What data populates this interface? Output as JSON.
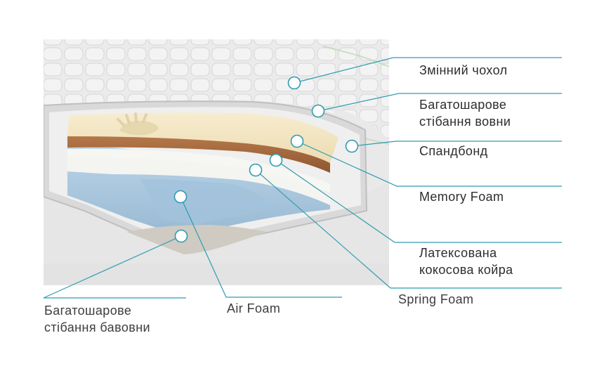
{
  "colors": {
    "accent": "#2e9cb0",
    "label_text": "#2d2d2d",
    "photo_bg": "#e7e7e7",
    "memory_foam": "#f3e6c4",
    "coir": "#a7683c",
    "spring_foam": "#f4f4f2",
    "air_foam": "#a9c7de",
    "cover": "#ececec"
  },
  "icons": {
    "hand_imprint": "hand-imprint-icon"
  },
  "labels": [
    {
      "id": "removable-cover",
      "lines": [
        "Змінний чохол"
      ]
    },
    {
      "id": "wool-quilting",
      "lines": [
        "Багатошарове",
        "стібання вовни"
      ]
    },
    {
      "id": "spunbond",
      "lines": [
        "Спандбонд"
      ]
    },
    {
      "id": "memory-foam",
      "lines": [
        "Memory Foam"
      ]
    },
    {
      "id": "latex-coir",
      "lines": [
        "Латексована",
        "кокосова койра"
      ]
    },
    {
      "id": "spring-foam",
      "lines": [
        "Spring Foam"
      ]
    },
    {
      "id": "cotton-quilting",
      "lines": [
        "Багатошарове",
        "стібання бавовни"
      ]
    },
    {
      "id": "air-foam",
      "lines": [
        "Air Foam"
      ]
    }
  ]
}
